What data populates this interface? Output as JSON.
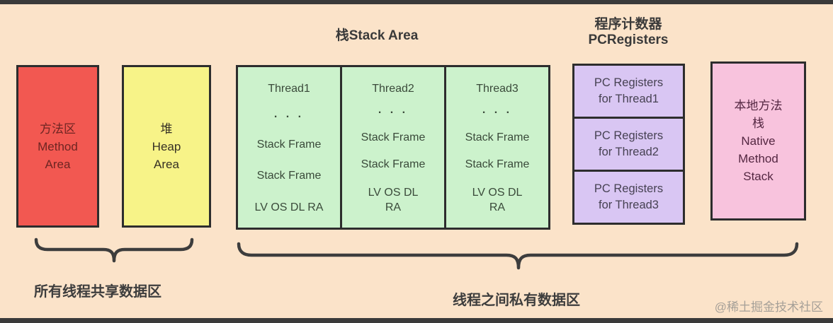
{
  "colors": {
    "background": "#fbe3c9",
    "frame_bars": "#3a3a3a",
    "box_border": "#2d2d2d",
    "method_area_fill": "#f25851",
    "heap_area_fill": "#f7f388",
    "stack_box_fill": "#ccf2cc",
    "pc_register_fill": "#d9c6f3",
    "native_stack_fill": "#f8c3dd",
    "watermark_color": "#a6a098"
  },
  "shared": {
    "method_area": {
      "text": "方法区\nMethod\nArea"
    },
    "heap_area": {
      "text": "堆\nHeap\nArea"
    }
  },
  "stack_area": {
    "title": "栈Stack Area",
    "threads": [
      {
        "name": "Thread1",
        "dots": ". . .",
        "frames": [
          "Stack Frame",
          "Stack Frame"
        ],
        "bottom": "LV OS DL RA"
      },
      {
        "name": "Thread2",
        "dots": ". . .",
        "frames": [
          "Stack Frame",
          "Stack Frame"
        ],
        "bottom": "LV OS DL\nRA"
      },
      {
        "name": "Thread3",
        "dots": ". . .",
        "frames": [
          "Stack Frame",
          "Stack Frame"
        ],
        "bottom": "LV OS DL\nRA"
      }
    ]
  },
  "pc_registers": {
    "title": "程序计数器\nPCRegisters",
    "items": [
      "PC Registers\nfor Thread1",
      "PC Registers\nfor Thread2",
      "PC Registers\nfor Thread3"
    ]
  },
  "native_method_stack": {
    "text": "本地方法\n栈\nNative\nMethod\nStack"
  },
  "labels": {
    "shared_region": "所有线程共享数据区",
    "private_region": "线程之间私有数据区"
  },
  "watermark": "@稀土掘金技术社区"
}
